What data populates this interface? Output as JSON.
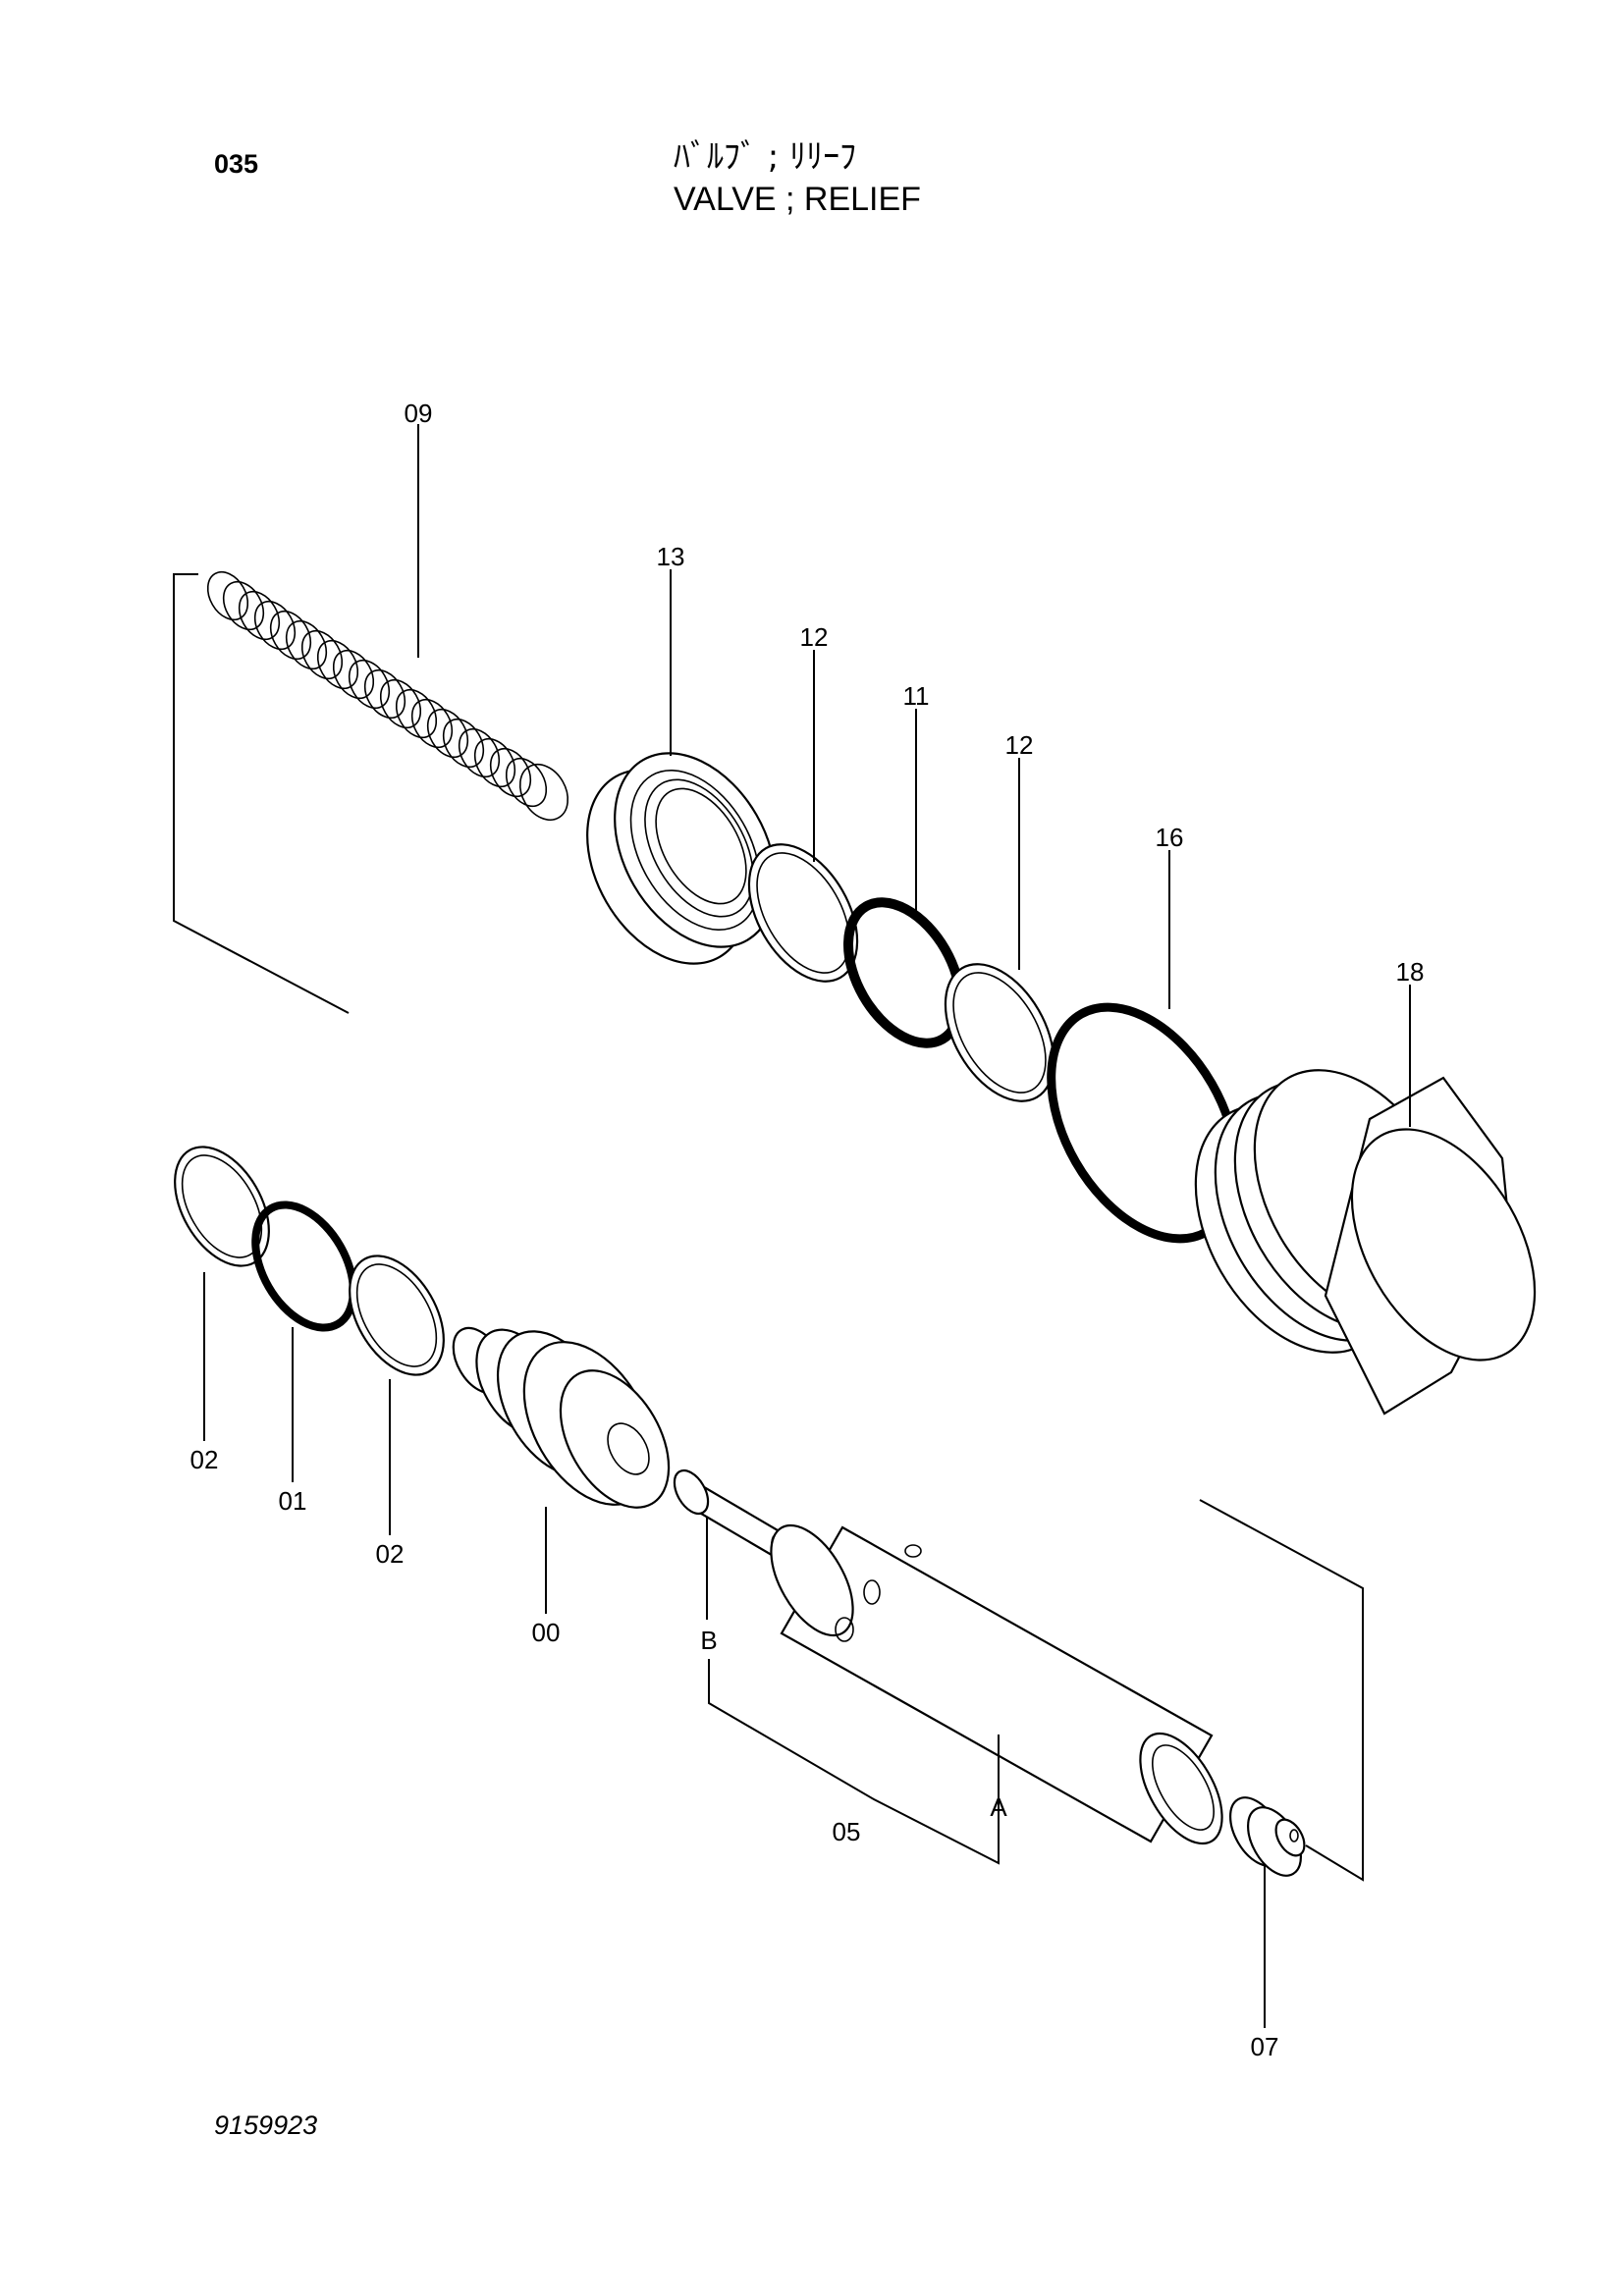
{
  "header": {
    "page_number": "035",
    "title_jp": "ﾊﾞﾙﾌﾞ ; ﾘﾘｰﾌ",
    "title_en": "VALVE ; RELIEF"
  },
  "callouts": {
    "c09": "09",
    "c13": "13",
    "c12a": "12",
    "c11": "11",
    "c12b": "12",
    "c16": "16",
    "c18": "18",
    "c02a": "02",
    "c01": "01",
    "c02b": "02",
    "c00": "00",
    "cB": "B",
    "c05": "05",
    "cA": "A",
    "c07": "07"
  },
  "footer": {
    "drawing_number": "9159923"
  }
}
